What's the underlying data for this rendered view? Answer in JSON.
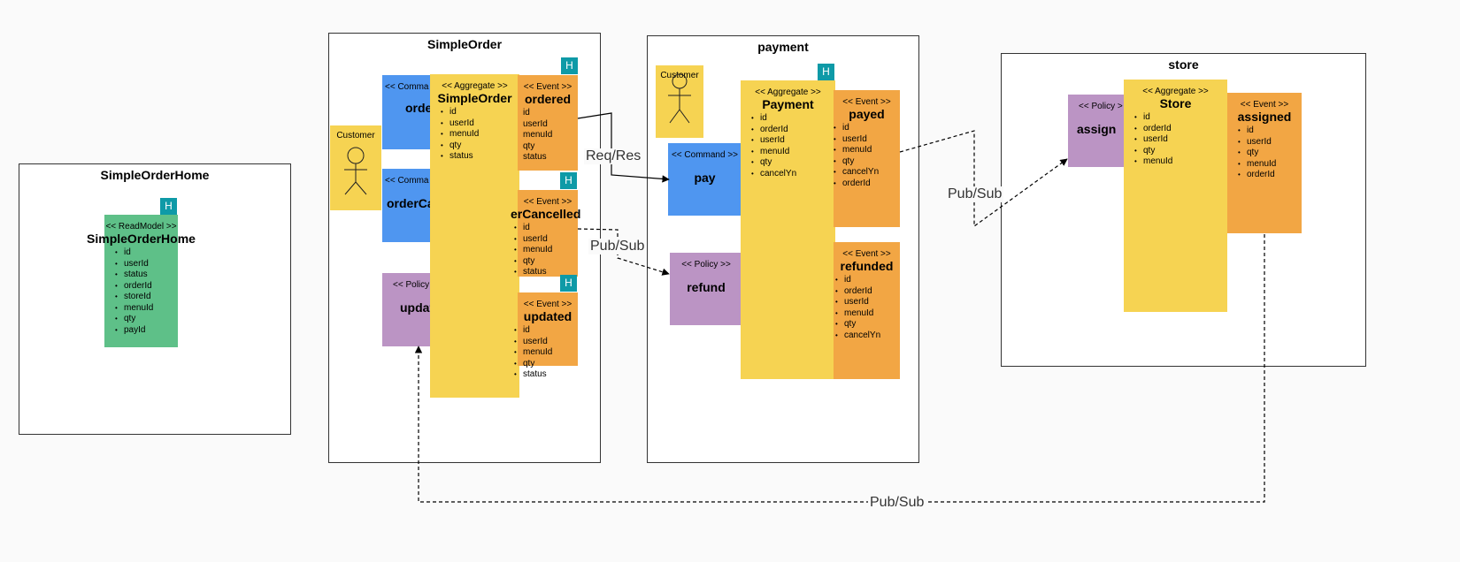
{
  "contexts": {
    "home": {
      "title": "SimpleOrderHome"
    },
    "order": {
      "title": "SimpleOrder"
    },
    "payment": {
      "title": "payment"
    },
    "store": {
      "title": "store"
    }
  },
  "stereotypes": {
    "readmodel": "<< ReadModel >>",
    "aggregate": "<< Aggregate >>",
    "event": "<< Event >>",
    "command": "<< Command >>",
    "policy": "<< Policy >>",
    "command_short": "<< Comma",
    "policy_short": "<< Policy",
    "policy_trunc": "<< Policy >"
  },
  "badge": "H",
  "home_readmodel": {
    "name": "SimpleOrderHome",
    "attrs": [
      "id",
      "userId",
      "status",
      "orderId",
      "storeId",
      "menuId",
      "qty",
      "payId"
    ]
  },
  "order": {
    "actor": "Customer",
    "cmd1": "orde",
    "cmd2": "orderCa",
    "policy": "updat",
    "aggregate": {
      "name": "SimpleOrder",
      "attrs": [
        "id",
        "userId",
        "menuId",
        "qty",
        "status"
      ]
    },
    "ev_ordered": {
      "name": "ordered",
      "attrs": [
        "id",
        "userId",
        "menuId",
        "qty",
        "status"
      ]
    },
    "ev_cancelled": {
      "name": "erCancelled",
      "attrs": [
        "id",
        "userId",
        "menuId",
        "qty",
        "status"
      ]
    },
    "ev_updated": {
      "name": "updated",
      "attrs": [
        "id",
        "userId",
        "menuId",
        "qty",
        "status"
      ]
    }
  },
  "payment": {
    "actor": "Customer",
    "cmd": "pay",
    "policy": "refund",
    "aggregate": {
      "name": "Payment",
      "attrs": [
        "id",
        "orderId",
        "userId",
        "menuId",
        "qty",
        "cancelYn"
      ]
    },
    "ev_payed": {
      "name": "payed",
      "attrs": [
        "id",
        "userId",
        "menuId",
        "qty",
        "cancelYn",
        "orderId"
      ]
    },
    "ev_refunded": {
      "name": "refunded",
      "attrs": [
        "id",
        "orderId",
        "userId",
        "menuId",
        "qty",
        "cancelYn"
      ]
    }
  },
  "store": {
    "policy": "assign",
    "aggregate": {
      "name": "Store",
      "attrs": [
        "id",
        "orderId",
        "userId",
        "qty",
        "menuId"
      ]
    },
    "ev_assigned": {
      "name": "assigned",
      "attrs": [
        "id",
        "userId",
        "qty",
        "menuId",
        "orderId"
      ]
    }
  },
  "links": {
    "reqres": "Req/Res",
    "pubsub1": "Pub/Sub",
    "pubsub2": "Pub/Sub",
    "pubsub3": "Pub/Sub"
  }
}
